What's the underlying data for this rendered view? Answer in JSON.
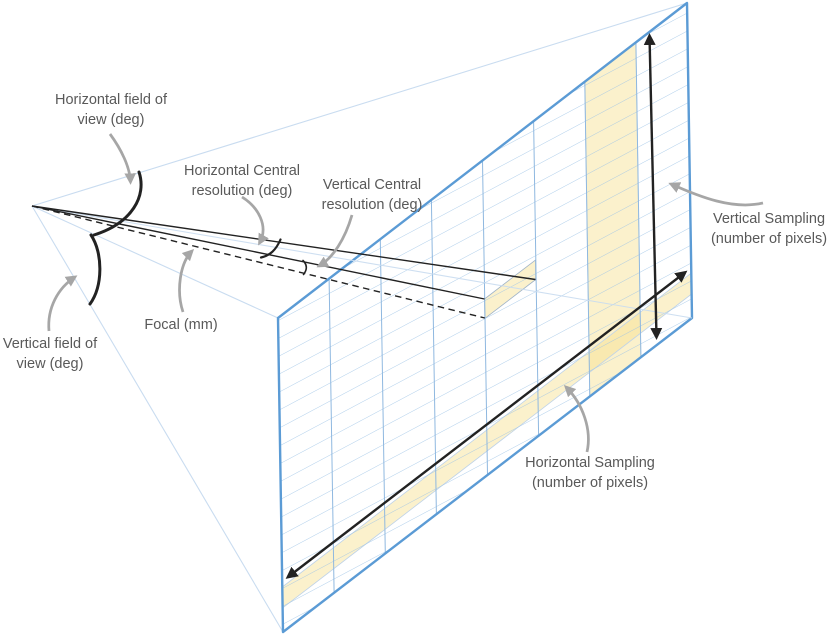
{
  "labels": {
    "horizontal_fov": {
      "line1": "Horizontal field of",
      "line2": "view (deg)"
    },
    "horizontal_central_resolution": {
      "line1": "Horizontal Central",
      "line2": "resolution (deg)"
    },
    "vertical_central_resolution": {
      "line1": "Vertical Central",
      "line2": "resolution (deg)"
    },
    "focal": {
      "line1": "Focal (mm)"
    },
    "vertical_fov": {
      "line1": "Vertical field of",
      "line2": "view (deg)"
    },
    "vertical_sampling": {
      "line1": "Vertical Sampling",
      "line2": "(number of pixels)"
    },
    "horizontal_sampling": {
      "line1": "Horizontal Sampling",
      "line2": "(number of pixels)"
    }
  },
  "colors": {
    "plane_border": "#5B9BD5",
    "grid_line": "#9DC3E6",
    "column_line": "#8FB8E0",
    "frustum_line": "#C9DCF0",
    "highlight_yellow": "#F7DF8E",
    "annotation_gray": "#A6A6A6",
    "label_text": "#595959",
    "line_black": "#222222"
  }
}
